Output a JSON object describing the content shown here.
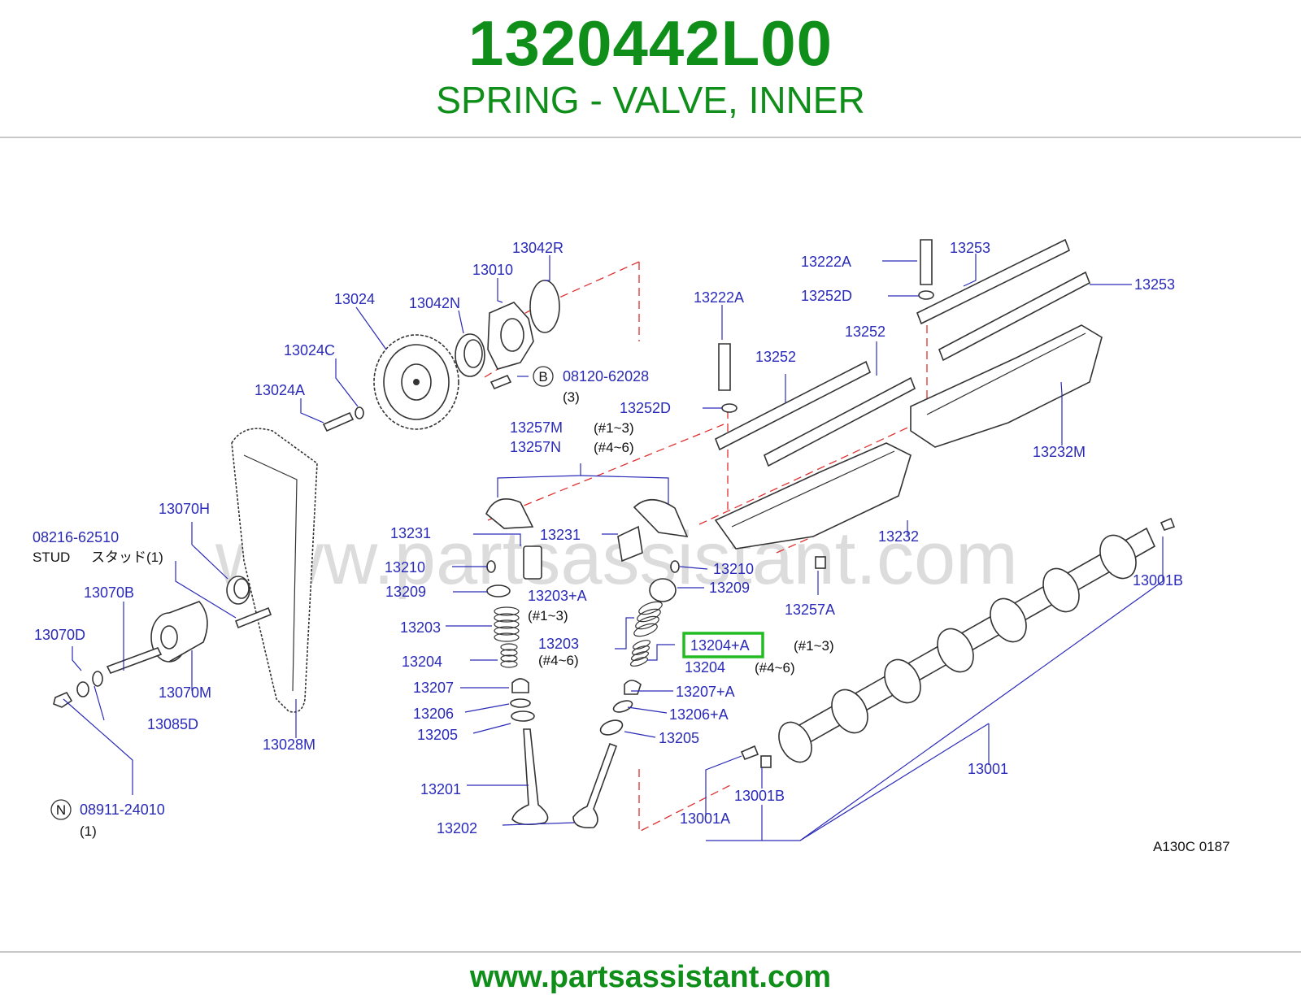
{
  "header": {
    "part_number": "1320442L00",
    "part_name": "SPRING - VALVE, INNER"
  },
  "watermark": "www.partsassistant.com",
  "footer": {
    "url": "www.partsassistant.com"
  },
  "diagram": {
    "code": "A130C   0187",
    "highlight_color": "#22bb22",
    "labels": {
      "l13042R": "13042R",
      "l13010": "13010",
      "l13024": "13024",
      "l13042N": "13042N",
      "l13024C": "13024C",
      "l13024A": "13024A",
      "l08120": "08120-62028",
      "l08120_qty": "(3)",
      "b_symbol": "B",
      "l13222A_a": "13222A",
      "l13253_a": "13253",
      "l13252D_a": "13252D",
      "l13253_b": "13253",
      "l13222A_b": "13222A",
      "l13252_a": "13252",
      "l13252_b": "13252",
      "l13252D_b": "13252D",
      "l13257M": "13257M",
      "l13257M_note": "(#1~3)",
      "l13257N": "13257N",
      "l13257N_note": "(#4~6)",
      "l13232M": "13232M",
      "l13070H": "13070H",
      "l08216": "08216-62510",
      "stud": "STUD",
      "stud_jp": "スタッド(1)",
      "l13231_a": "13231",
      "l13231_b": "13231",
      "l13232": "13232",
      "l13210_a": "13210",
      "l13210_b": "13210",
      "l13209_a": "13209",
      "l13209_b": "13209",
      "l13070B": "13070B",
      "l13203A": "13203+A",
      "l13203A_note": "(#1~3)",
      "l13257A": "13257A",
      "l13001B_a": "13001B",
      "l13203_a": "13203",
      "l13070D": "13070D",
      "l13203_b": "13203",
      "l13204A": "13204+A",
      "l13204A_note": "(#1~3)",
      "l13204_a": "13204",
      "l13203_b_note": "(#4~6)",
      "l13204_b": "13204",
      "l13204_b_note": "(#4~6)",
      "l13070M": "13070M",
      "l13207": "13207",
      "l13207A": "13207+A",
      "l13085D": "13085D",
      "l13206": "13206",
      "l13206A": "13206+A",
      "l13205_a": "13205",
      "l13205_b": "13205",
      "l13028M": "13028M",
      "l13001": "13001",
      "l13201": "13201",
      "l13001B_b": "13001B",
      "l08911": "08911-24010",
      "l08911_qty": "(1)",
      "n_symbol": "N",
      "l13001A": "13001A",
      "l13202": "13202"
    }
  }
}
